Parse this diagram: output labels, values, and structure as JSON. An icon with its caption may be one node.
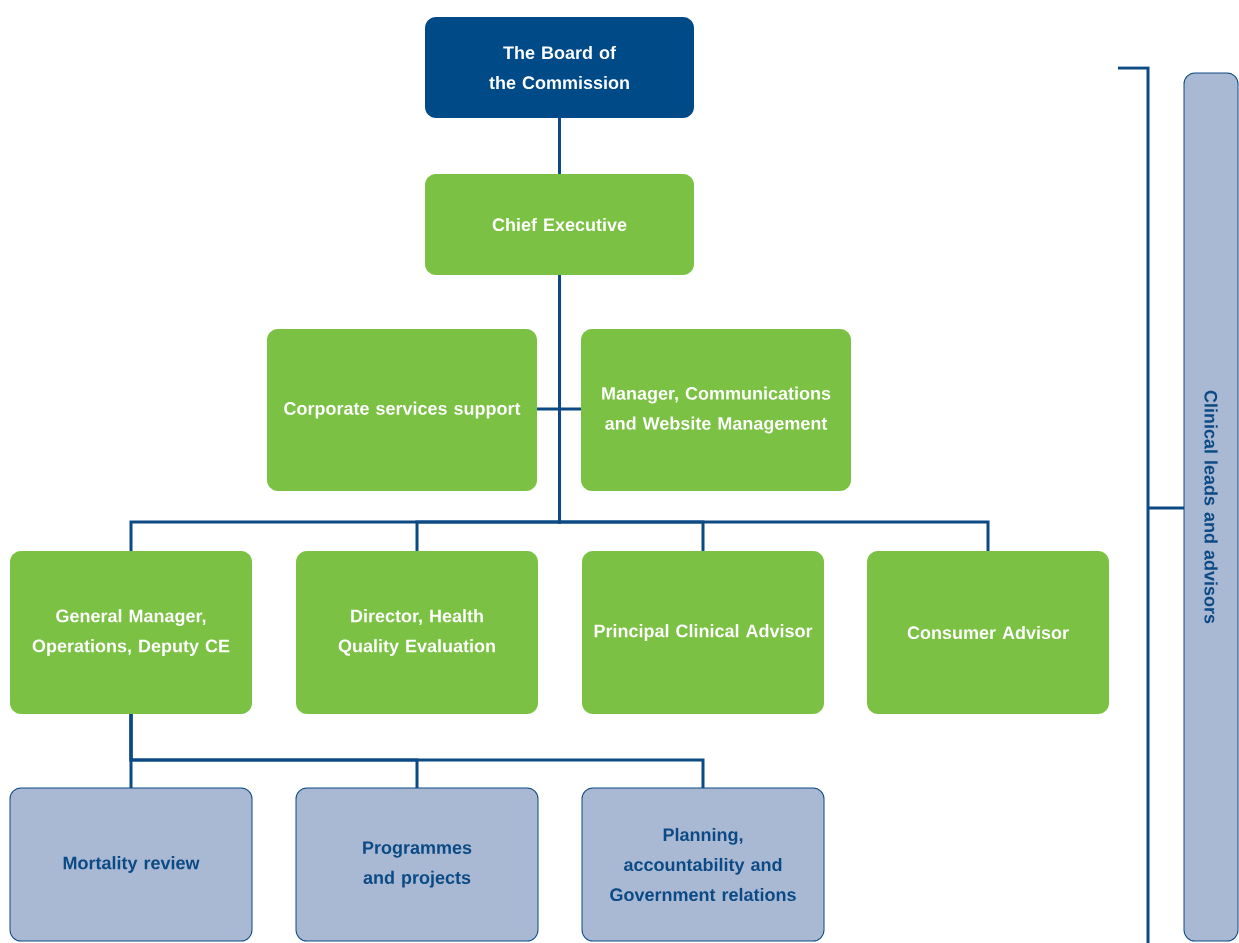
{
  "diagram": {
    "nodes": [
      {
        "text": [
          "The Board of the Commission"
        ]
      },
      {
        "text": [
          "Chief Executive"
        ]
      },
      {
        "text": [
          "Corporate services support"
        ]
      },
      {
        "text": [
          "Manager, Communications and Website Management"
        ]
      },
      {
        "text": [
          "General Manager, Operations, Deputy CE"
        ]
      },
      {
        "text": [
          "Director, Health Quality Evaluation"
        ]
      },
      {
        "text": [
          "Principal Clinical Advisor"
        ]
      },
      {
        "text": [
          "Consumer Advisor"
        ]
      },
      {
        "text": [
          "Mortality review"
        ]
      },
      {
        "text": [
          "Programmes and projects"
        ]
      },
      {
        "text": [
          "Planning, accountability and Government relations"
        ]
      },
      {
        "text": [
          "Clinical leads and advisors"
        ]
      }
    ],
    "edges": [
      {
        "from": 0,
        "to": 1,
        "arrow": "none"
      },
      {
        "from": 1,
        "to": 2,
        "arrow": "none"
      },
      {
        "from": 1,
        "to": 3,
        "arrow": "none"
      },
      {
        "from": 1,
        "to": 4,
        "arrow": "none"
      },
      {
        "from": 1,
        "to": 5,
        "arrow": "none"
      },
      {
        "from": 1,
        "to": 6,
        "arrow": "none"
      },
      {
        "from": 1,
        "to": 7,
        "arrow": "none"
      },
      {
        "from": 4,
        "to": 8,
        "arrow": "none"
      },
      {
        "from": 4,
        "to": 9,
        "arrow": "none"
      },
      {
        "from": 4,
        "to": 10,
        "arrow": "none"
      }
    ]
  }
}
